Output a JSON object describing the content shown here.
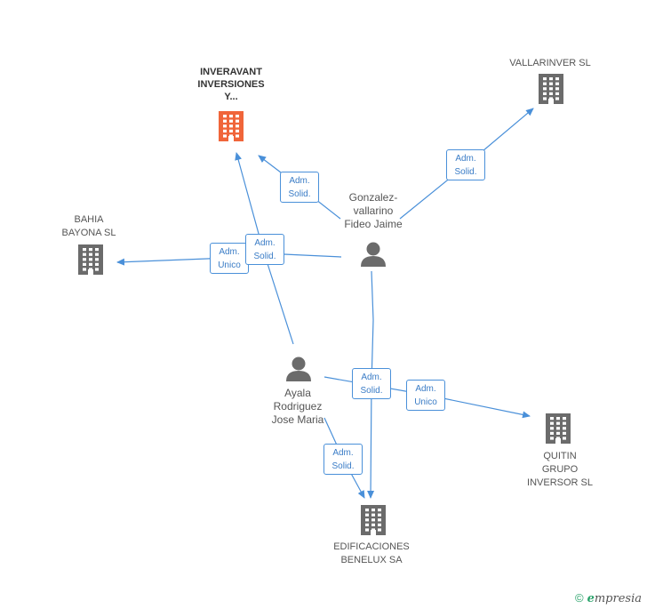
{
  "colors": {
    "edge": "#4a90d9",
    "company": "#6b6b6b",
    "company_focus": "#f0653a",
    "person": "#6b6b6b"
  },
  "companies": [
    {
      "id": "inveravant",
      "label": "INVERAVANT\nINVERSIONES\nY...",
      "focus": true,
      "icon": "building-icon"
    },
    {
      "id": "vallarinver",
      "label": "VALLARINVER SL",
      "focus": false,
      "icon": "building-icon"
    },
    {
      "id": "bahia",
      "label": "BAHIA\nBAYONA SL",
      "focus": false,
      "icon": "building-icon"
    },
    {
      "id": "quitin",
      "label": "QUITIN\nGRUPO\nINVERSOR SL",
      "focus": false,
      "icon": "building-icon"
    },
    {
      "id": "edificaciones",
      "label": "EDIFICACIONES\nBENELUX SA",
      "focus": false,
      "icon": "building-icon"
    }
  ],
  "persons": [
    {
      "id": "gonzalez",
      "label": "Gonzalez-\nvallarino\nFideo Jaime",
      "icon": "person-icon"
    },
    {
      "id": "ayala",
      "label": "Ayala\nRodriguez\nJose Maria",
      "icon": "person-icon"
    }
  ],
  "edges": [
    {
      "from": "gonzalez",
      "to": "inveravant",
      "label": "Adm.\nSolid."
    },
    {
      "from": "gonzalez",
      "to": "vallarinver",
      "label": "Adm.\nSolid."
    },
    {
      "from": "gonzalez",
      "to": "bahia",
      "label": "Adm.\nSolid."
    },
    {
      "from": "gonzalez",
      "to": "edificaciones",
      "label": "Adm.\nSolid."
    },
    {
      "from": "ayala",
      "to": "inveravant",
      "label": "Adm.\nUnico"
    },
    {
      "from": "ayala",
      "to": "quitin",
      "label": "Adm.\nUnico"
    },
    {
      "from": "ayala",
      "to": "edificaciones",
      "label": "Adm.\nSolid."
    }
  ],
  "footer": {
    "copyright": "©",
    "brand_initial": "e",
    "brand_rest": "mpresia"
  }
}
